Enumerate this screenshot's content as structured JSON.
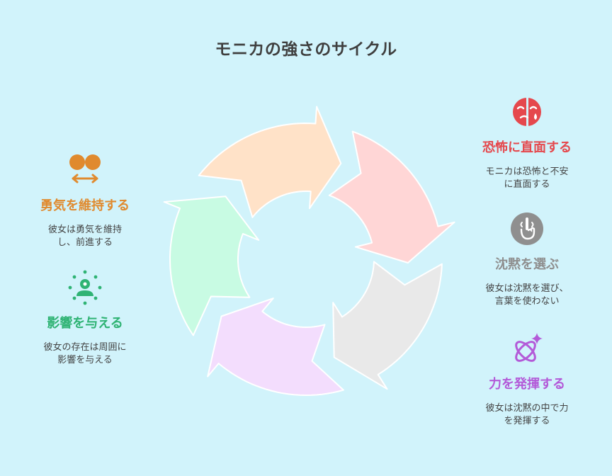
{
  "title": "モニカの強さのサイクル",
  "colors": {
    "background": "#d1f3fb",
    "face_fear": "#ffd6d6",
    "silence": "#e9e9e9",
    "power": "#f3ddfd",
    "influence": "#c8fbe3",
    "maintain": "#ffe2c8"
  },
  "steps": [
    {
      "icon": "crying-face-icon",
      "color": "#e5484d",
      "heading": "恐怖に直面する",
      "desc": [
        "モニカは恐怖と不安",
        "に直面する"
      ]
    },
    {
      "icon": "hush-hand-icon",
      "color": "#8f8f8f",
      "heading": "沈黙を選ぶ",
      "desc": [
        "彼女は沈黙を選び、",
        "言葉を使わない"
      ]
    },
    {
      "icon": "atom-sparkle-icon",
      "color": "#b35ad8",
      "heading": "力を発揮する",
      "desc": [
        "彼女は沈黙の中で力",
        "を発揮する"
      ]
    },
    {
      "icon": "person-radiating-icon",
      "color": "#2fb374",
      "heading": "影響を与える",
      "desc": [
        "彼女の存在は周囲に",
        "影響を与える"
      ]
    },
    {
      "icon": "balance-circles-icon",
      "color": "#e08a2e",
      "heading": "勇気を維持する",
      "desc": [
        "彼女は勇気を維持",
        "し、前進する"
      ]
    }
  ]
}
